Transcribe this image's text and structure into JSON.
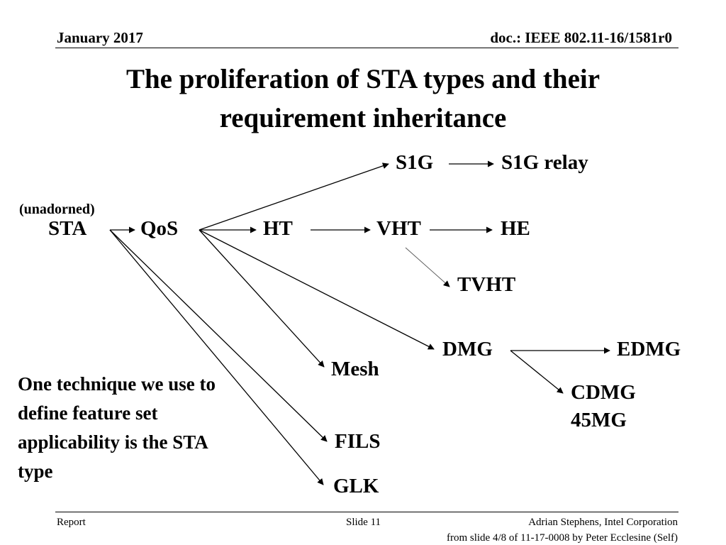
{
  "header": {
    "date": "January 2017",
    "doc_id": "doc.: IEEE 802.11-16/1581r0"
  },
  "title": {
    "line1": "The proliferation of STA types and their",
    "line2": "requirement inheritance"
  },
  "diagram": {
    "nodes": {
      "sta_note": "(unadorned)",
      "sta": "STA",
      "qos": "QoS",
      "ht": "HT",
      "vht": "VHT",
      "he": "HE",
      "s1g": "S1G",
      "s1g_relay": "S1G relay",
      "tvht": "TVHT",
      "dmg": "DMG",
      "edmg": "EDMG",
      "cdmg": "CDMG",
      "mg45": "45MG",
      "mesh": "Mesh",
      "fils": "FILS",
      "glk": "GLK"
    },
    "edges": [
      [
        "sta",
        "qos"
      ],
      [
        "sta",
        "fils"
      ],
      [
        "sta",
        "glk"
      ],
      [
        "qos",
        "s1g"
      ],
      [
        "qos",
        "ht"
      ],
      [
        "qos",
        "dmg"
      ],
      [
        "qos",
        "mesh"
      ],
      [
        "ht",
        "vht"
      ],
      [
        "vht",
        "he"
      ],
      [
        "vht",
        "tvht"
      ],
      [
        "s1g",
        "s1g_relay"
      ],
      [
        "dmg",
        "edmg"
      ],
      [
        "dmg",
        "cdmg"
      ]
    ]
  },
  "note": {
    "text": "One technique we use to define feature set applicability is the STA type"
  },
  "footer": {
    "left": "Report",
    "center": "Slide 11",
    "right": "Adrian Stephens, Intel Corporation",
    "source": "from slide 4/8 of 11-17-0008 by Peter Ecclesine (Self)"
  }
}
